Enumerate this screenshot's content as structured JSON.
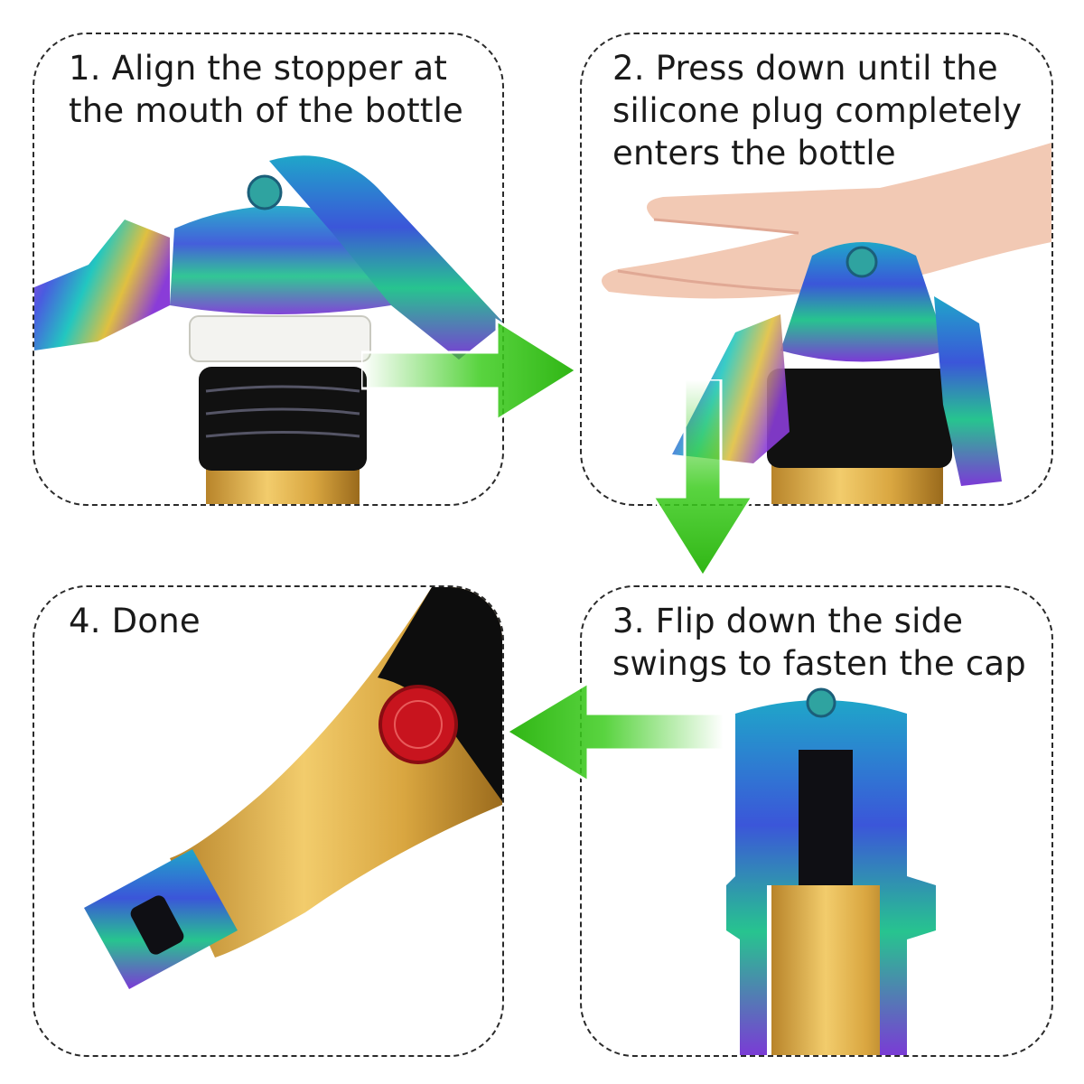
{
  "steps": [
    {
      "number": 1,
      "caption": "1. Align the stopper at\nthe mouth of the bottle"
    },
    {
      "number": 2,
      "caption": "2. Press down until the\nsilicone plug completely\nenters the bottle"
    },
    {
      "number": 3,
      "caption": "3. Flip down the side\nswings to fasten the cap"
    },
    {
      "number": 4,
      "caption": "4. Done"
    }
  ],
  "colors": {
    "arrow_green": "#3ccc1e",
    "border": "#2a2a2a",
    "bottle_gold": "#d6a43c",
    "bottle_glass": "#111111",
    "seal_red": "#c8141e"
  }
}
